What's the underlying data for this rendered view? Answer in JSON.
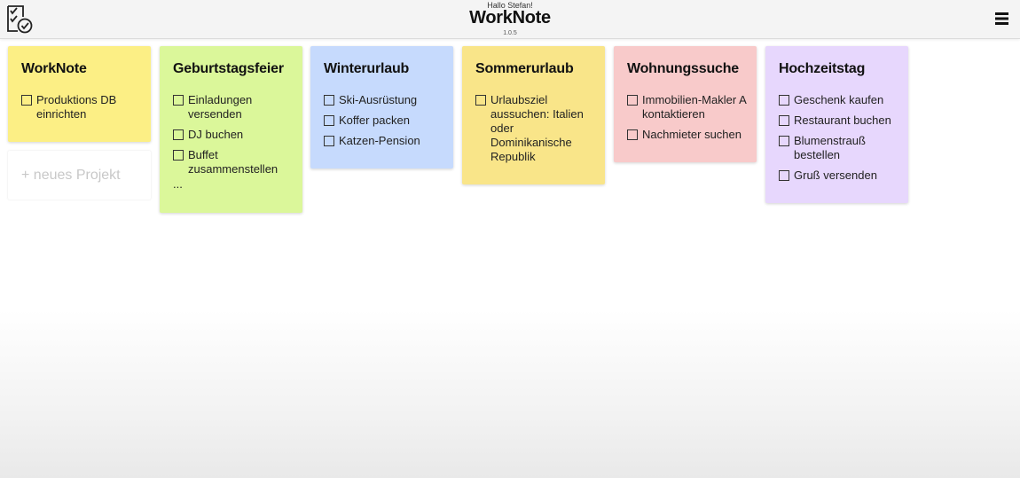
{
  "header": {
    "greeting": "Hallo Stefan!",
    "title": "WorkNote",
    "version": "1.0.5",
    "logo_icon": "checklist-clock-icon",
    "menu_icon": "hamburger-menu-icon"
  },
  "new_project_label": "+ neues Projekt",
  "colors": {
    "yellow": "#fcef85",
    "green": "#dbf79a",
    "blue": "#c6dafd",
    "orange_yellow": "#f9e589",
    "red": "#f8caca",
    "purple": "#e7d7fd"
  },
  "projects": [
    {
      "title": "WorkNote",
      "color": "#fcef85",
      "tasks": [
        "Produktions DB einrichten"
      ]
    },
    {
      "title": "Geburtstagsfeier",
      "color": "#dbf79a",
      "tasks": [
        "Einladungen versenden",
        "DJ buchen",
        "Buffet zusammenstellen"
      ],
      "more": "..."
    },
    {
      "title": "Winterurlaub",
      "color": "#c6dafd",
      "tasks": [
        "Ski-Ausrüstung",
        "Koffer packen",
        "Katzen-Pension"
      ]
    },
    {
      "title": "Sommerurlaub",
      "color": "#f9e589",
      "tasks": [
        "Urlaubsziel aussuchen: Italien oder Dominikanische Republik"
      ]
    },
    {
      "title": "Wohnungssuche",
      "color": "#f8caca",
      "tasks": [
        "Immobilien-Makler A kontaktieren",
        "Nachmieter suchen"
      ]
    },
    {
      "title": "Hochzeitstag",
      "color": "#e7d7fd",
      "tasks": [
        "Geschenk kaufen",
        "Restaurant buchen",
        "Blumenstrauß bestellen",
        "Gruß versenden"
      ]
    }
  ]
}
